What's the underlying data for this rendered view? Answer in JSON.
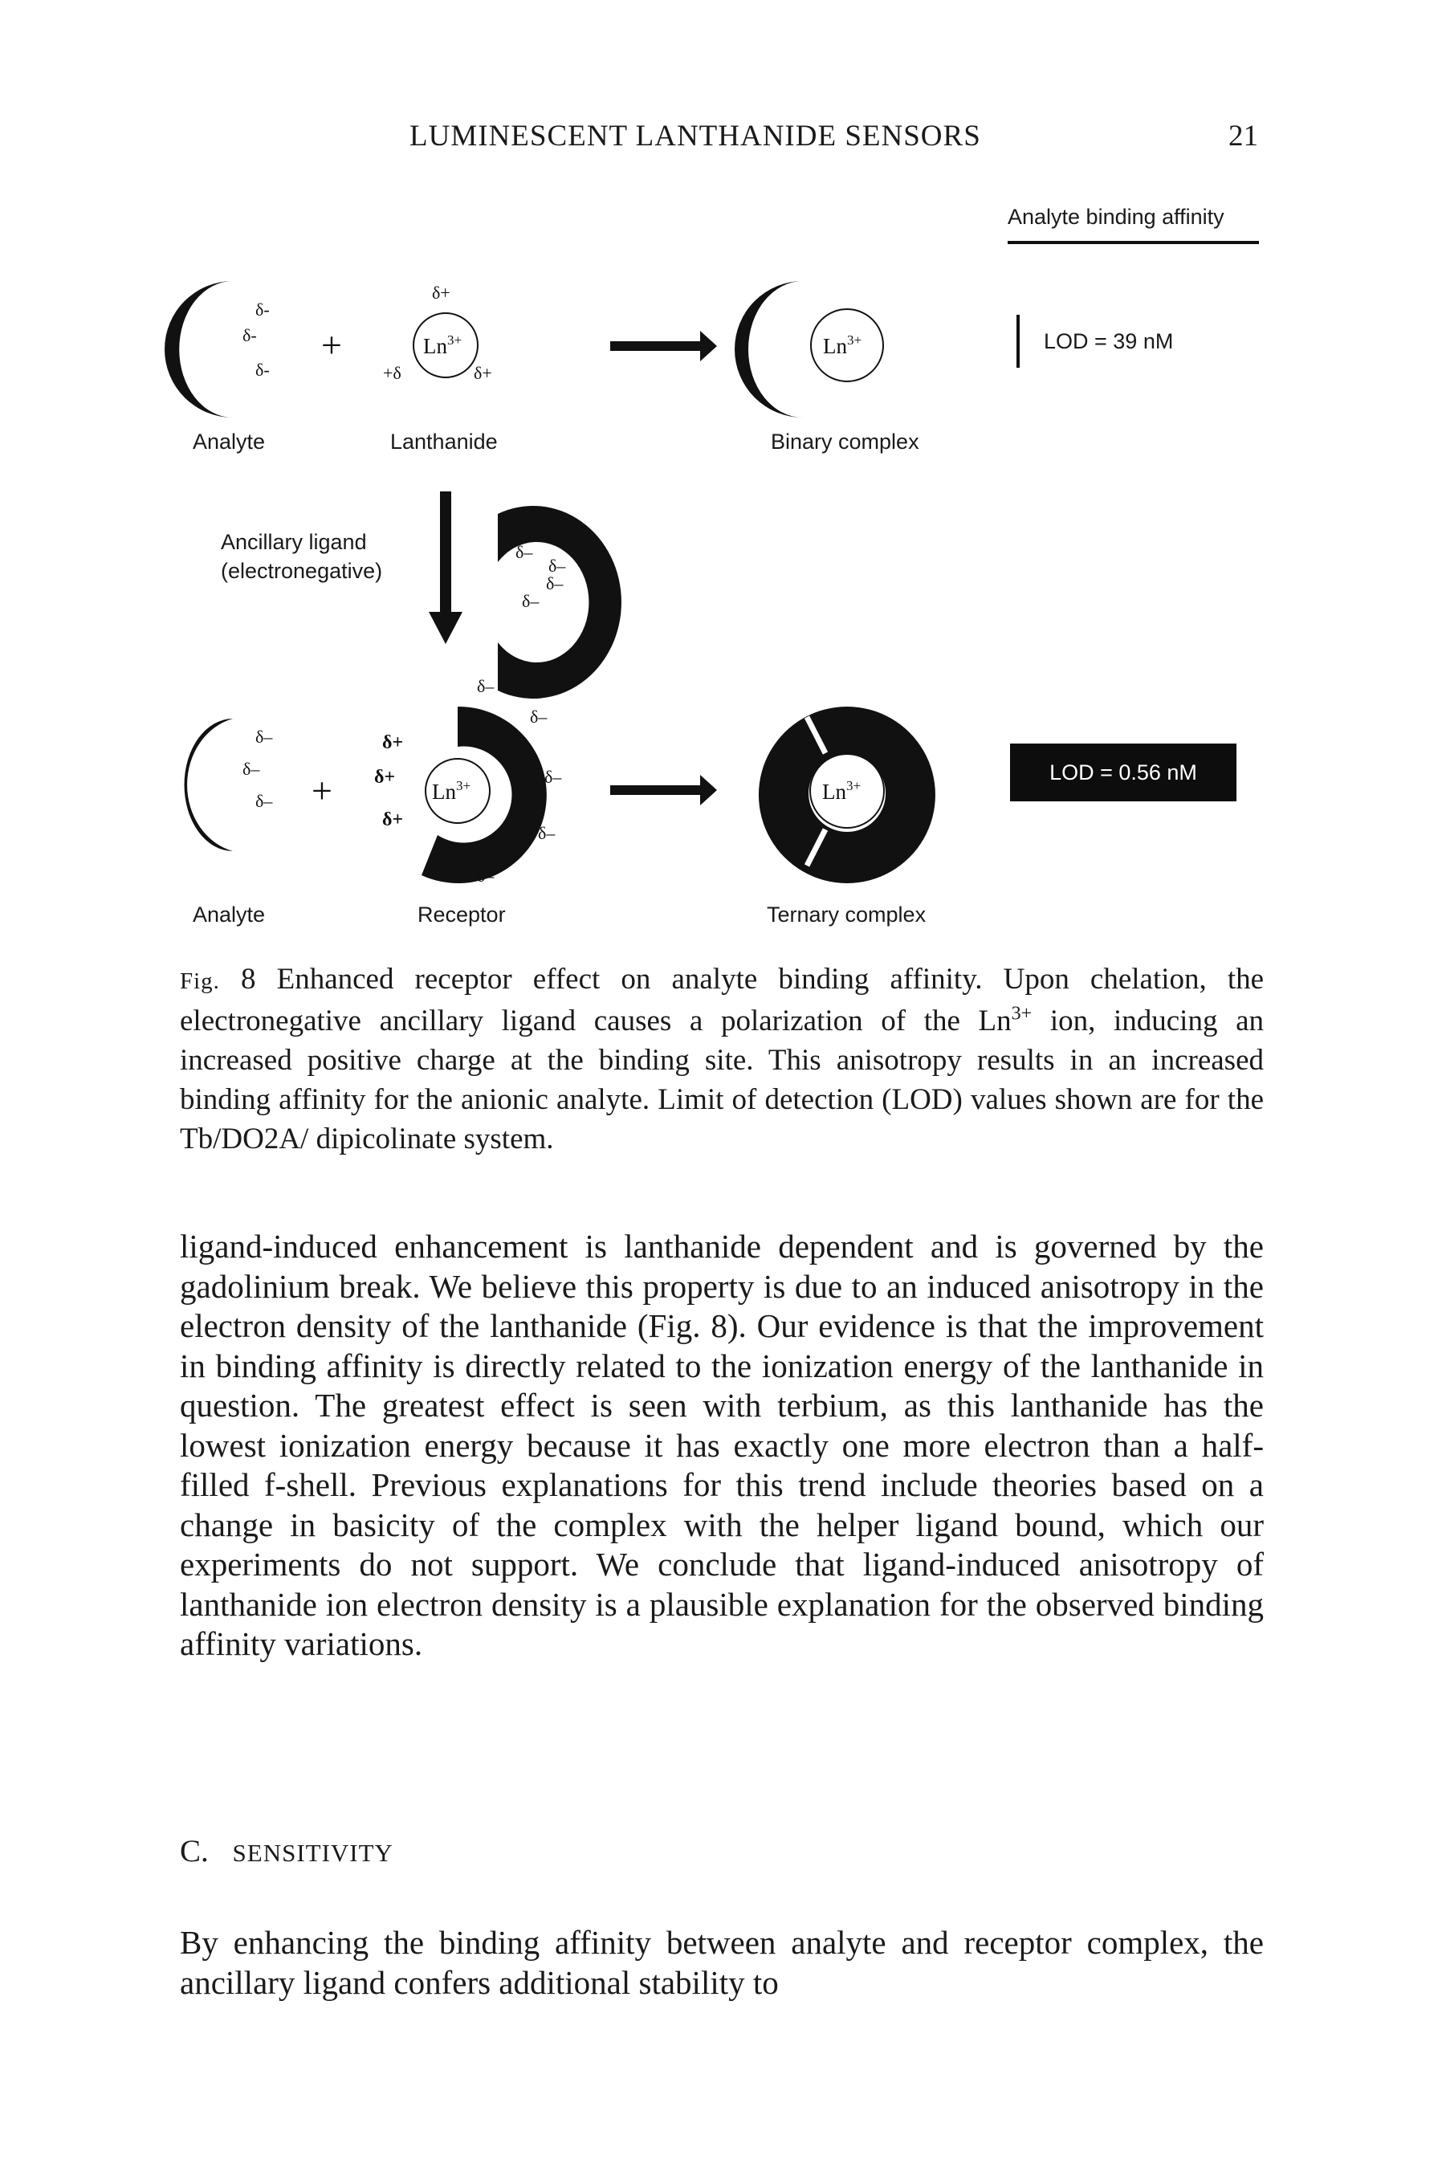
{
  "header": {
    "running_title": "LUMINESCENT LANTHANIDE SENSORS",
    "page_number": "21"
  },
  "figure": {
    "labels": {
      "affinity_header": "Analyte binding affinity",
      "analyte_top": "Analyte",
      "lanthanide": "Lanthanide",
      "binary_complex": "Binary complex",
      "ancillary_line1": "Ancillary ligand",
      "ancillary_line2": "(electronegative)",
      "analyte_bottom": "Analyte",
      "receptor": "Receptor",
      "ternary_complex": "Ternary complex",
      "lod_binary": "LOD = 39 nM",
      "lod_ternary": "LOD = 0.56 nM"
    },
    "symbols": {
      "delta_minus": "δ-",
      "delta_minus_dash": "δ–",
      "delta_plus": "δ+",
      "plus_delta": "+δ",
      "plus": "+",
      "ln_base": "Ln",
      "ln_charge": "3+"
    }
  },
  "caption": {
    "fig_label": "Fig.",
    "fig_number": "8",
    "text_before_ion": "Enhanced receptor effect on analyte binding affinity. Upon chelation, the electronegative ancillary ligand causes a polarization of the Ln",
    "ion_superscript": "3+",
    "text_after_ion": " ion, inducing an increased positive charge at the binding site. This anisotropy results in an increased binding affinity for the anionic analyte. Limit of detection (LOD) values shown are for the Tb/DO2A/ dipicolinate system."
  },
  "body": {
    "paragraph_1": "ligand-induced enhancement is lanthanide dependent and is governed by the gadolinium break. We believe this property is due to an induced anisotropy in the electron density of the lanthanide (Fig. 8). Our evidence is that the improvement in binding affinity is directly related to the ionization energy of the lanthanide in question. The greatest effect is seen with terbium, as this lanthanide has the lowest ionization energy because it has exactly one more electron than a half-filled f-shell. Previous explanations for this trend include theories based on a change in basicity of the complex with the helper ligand bound, which our experiments do not support. We conclude that ligand-induced anisotropy of lanthanide ion electron density is a plausible explanation for the observed binding affinity variations.",
    "section_letter": "C.",
    "section_title": "Sensitivity",
    "paragraph_2": "By enhancing the binding affinity between analyte and receptor complex, the ancillary ligand confers additional stability to"
  }
}
